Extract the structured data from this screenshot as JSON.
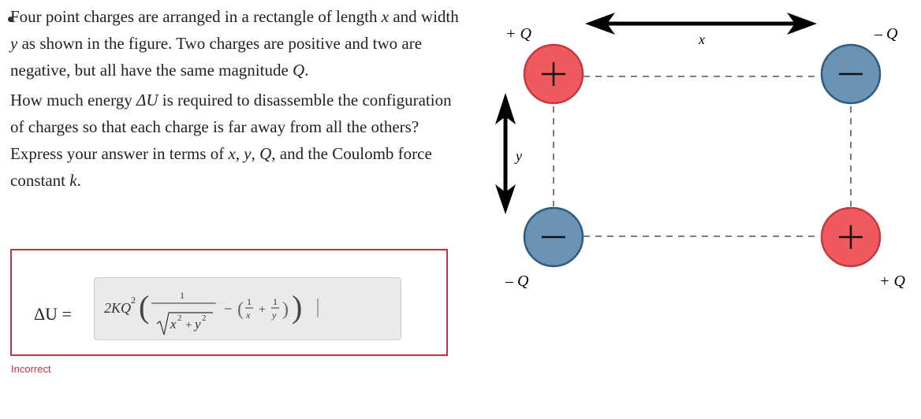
{
  "question": {
    "p1": [
      "Four point charges are arranged in a rectangle of length ",
      "x",
      " and width ",
      "y",
      " as shown in the figure. Two charges are positive and two are negative, but all have the same magnitude ",
      "Q",
      "."
    ],
    "p2": [
      "How much energy ",
      "ΔU",
      " is required to disassemble the configuration of charges so that each charge is far away from all the others? Express your answer in terms of ",
      "x",
      ", ",
      "y",
      ", ",
      "Q",
      ", and the Coulomb force constant ",
      "k",
      "."
    ]
  },
  "answer": {
    "label": "ΔU =",
    "input_value": "2KQ^2(1/sqrt(x^2+y^2) - (1/x + 1/y))",
    "status": "Incorrect"
  },
  "figure": {
    "charges": {
      "top_left_label": "+ Q",
      "top_right_label": "– Q",
      "bottom_left_label": "– Q",
      "bottom_right_label": "+ Q"
    },
    "length_label": "x",
    "width_label": "y",
    "colors": {
      "positive": "#f05a5f",
      "negative": "#6b93b4",
      "error": "#c0343f"
    }
  }
}
